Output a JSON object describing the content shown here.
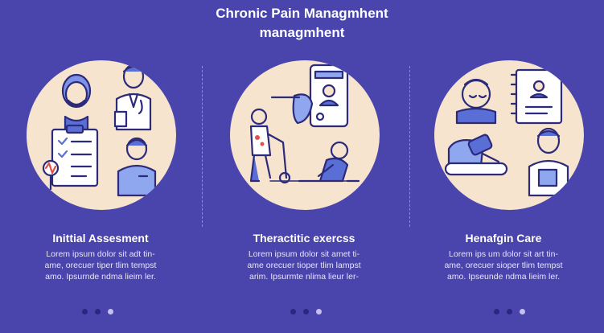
{
  "header": {
    "title_line1": "Chronic Pain Managmhent",
    "title_line2": "managmhent"
  },
  "columns": [
    {
      "title": "Inittial Assesment",
      "body": [
        "Lorem ipsum dolor sit adt tin-",
        "ame, orecuer tiper tlim tempst",
        "amo. Ipsurnde ndma lieim ler."
      ]
    },
    {
      "title": "Theractitic exercss",
      "body": [
        "Lorem ipsum dolor sit amet ti-",
        "ame orecuer tioper tlim lampst",
        "arim. Ipsurmte nlima lieur ler-"
      ]
    },
    {
      "title": "Henafgin Care",
      "body": [
        "Lorem ips um dolor sit art tin-",
        "ame, orecuer sioper tlim tempst",
        "amo. Ipseunde ndma lieim ler."
      ]
    }
  ],
  "colors": {
    "background": "#4a45ad",
    "circle": "#f6e4cf",
    "line": "#2c2a7a",
    "accent_blue": "#5a6fd6",
    "accent_red": "#e2504a"
  }
}
